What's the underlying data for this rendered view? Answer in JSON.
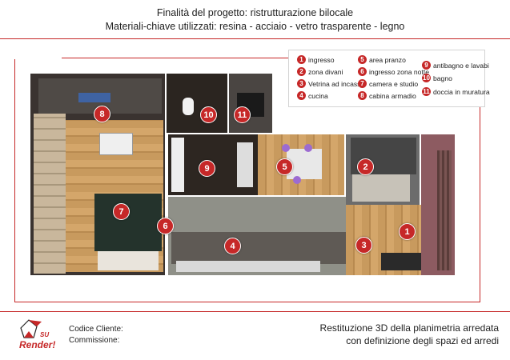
{
  "header": {
    "line1": "Finalità del progetto: ristrutturazione bilocale",
    "line2": "Materiali-chiave utilizzati: resina - acciaio - vetro trasparente - legno"
  },
  "legend": [
    {
      "num": "1",
      "label": "ingresso"
    },
    {
      "num": "2",
      "label": "zona divani"
    },
    {
      "num": "3",
      "label": "Vetrina ad incasso"
    },
    {
      "num": "4",
      "label": "cucina"
    },
    {
      "num": "5",
      "label": "area pranzo"
    },
    {
      "num": "6",
      "label": "ingresso zona notte"
    },
    {
      "num": "7",
      "label": "camera e studio"
    },
    {
      "num": "8",
      "label": "cabina armadio"
    },
    {
      "num": "9",
      "label": "antibagno e lavabi"
    },
    {
      "num": "10",
      "label": "bagno"
    },
    {
      "num": "11",
      "label": "doccia in muratura"
    }
  ],
  "markers": [
    "1",
    "2",
    "3",
    "4",
    "5",
    "6",
    "7",
    "8",
    "9",
    "10",
    "11"
  ],
  "footer": {
    "codice_cliente": "Codice Cliente:",
    "commissione": "Commissione:",
    "line1": "Restituzione 3D della planimetria arredata",
    "line2": "con definizione degli spazi ed arredi"
  },
  "logo": {
    "text": "Render!",
    "small": "SU"
  },
  "colors": {
    "accent": "#c62828"
  }
}
